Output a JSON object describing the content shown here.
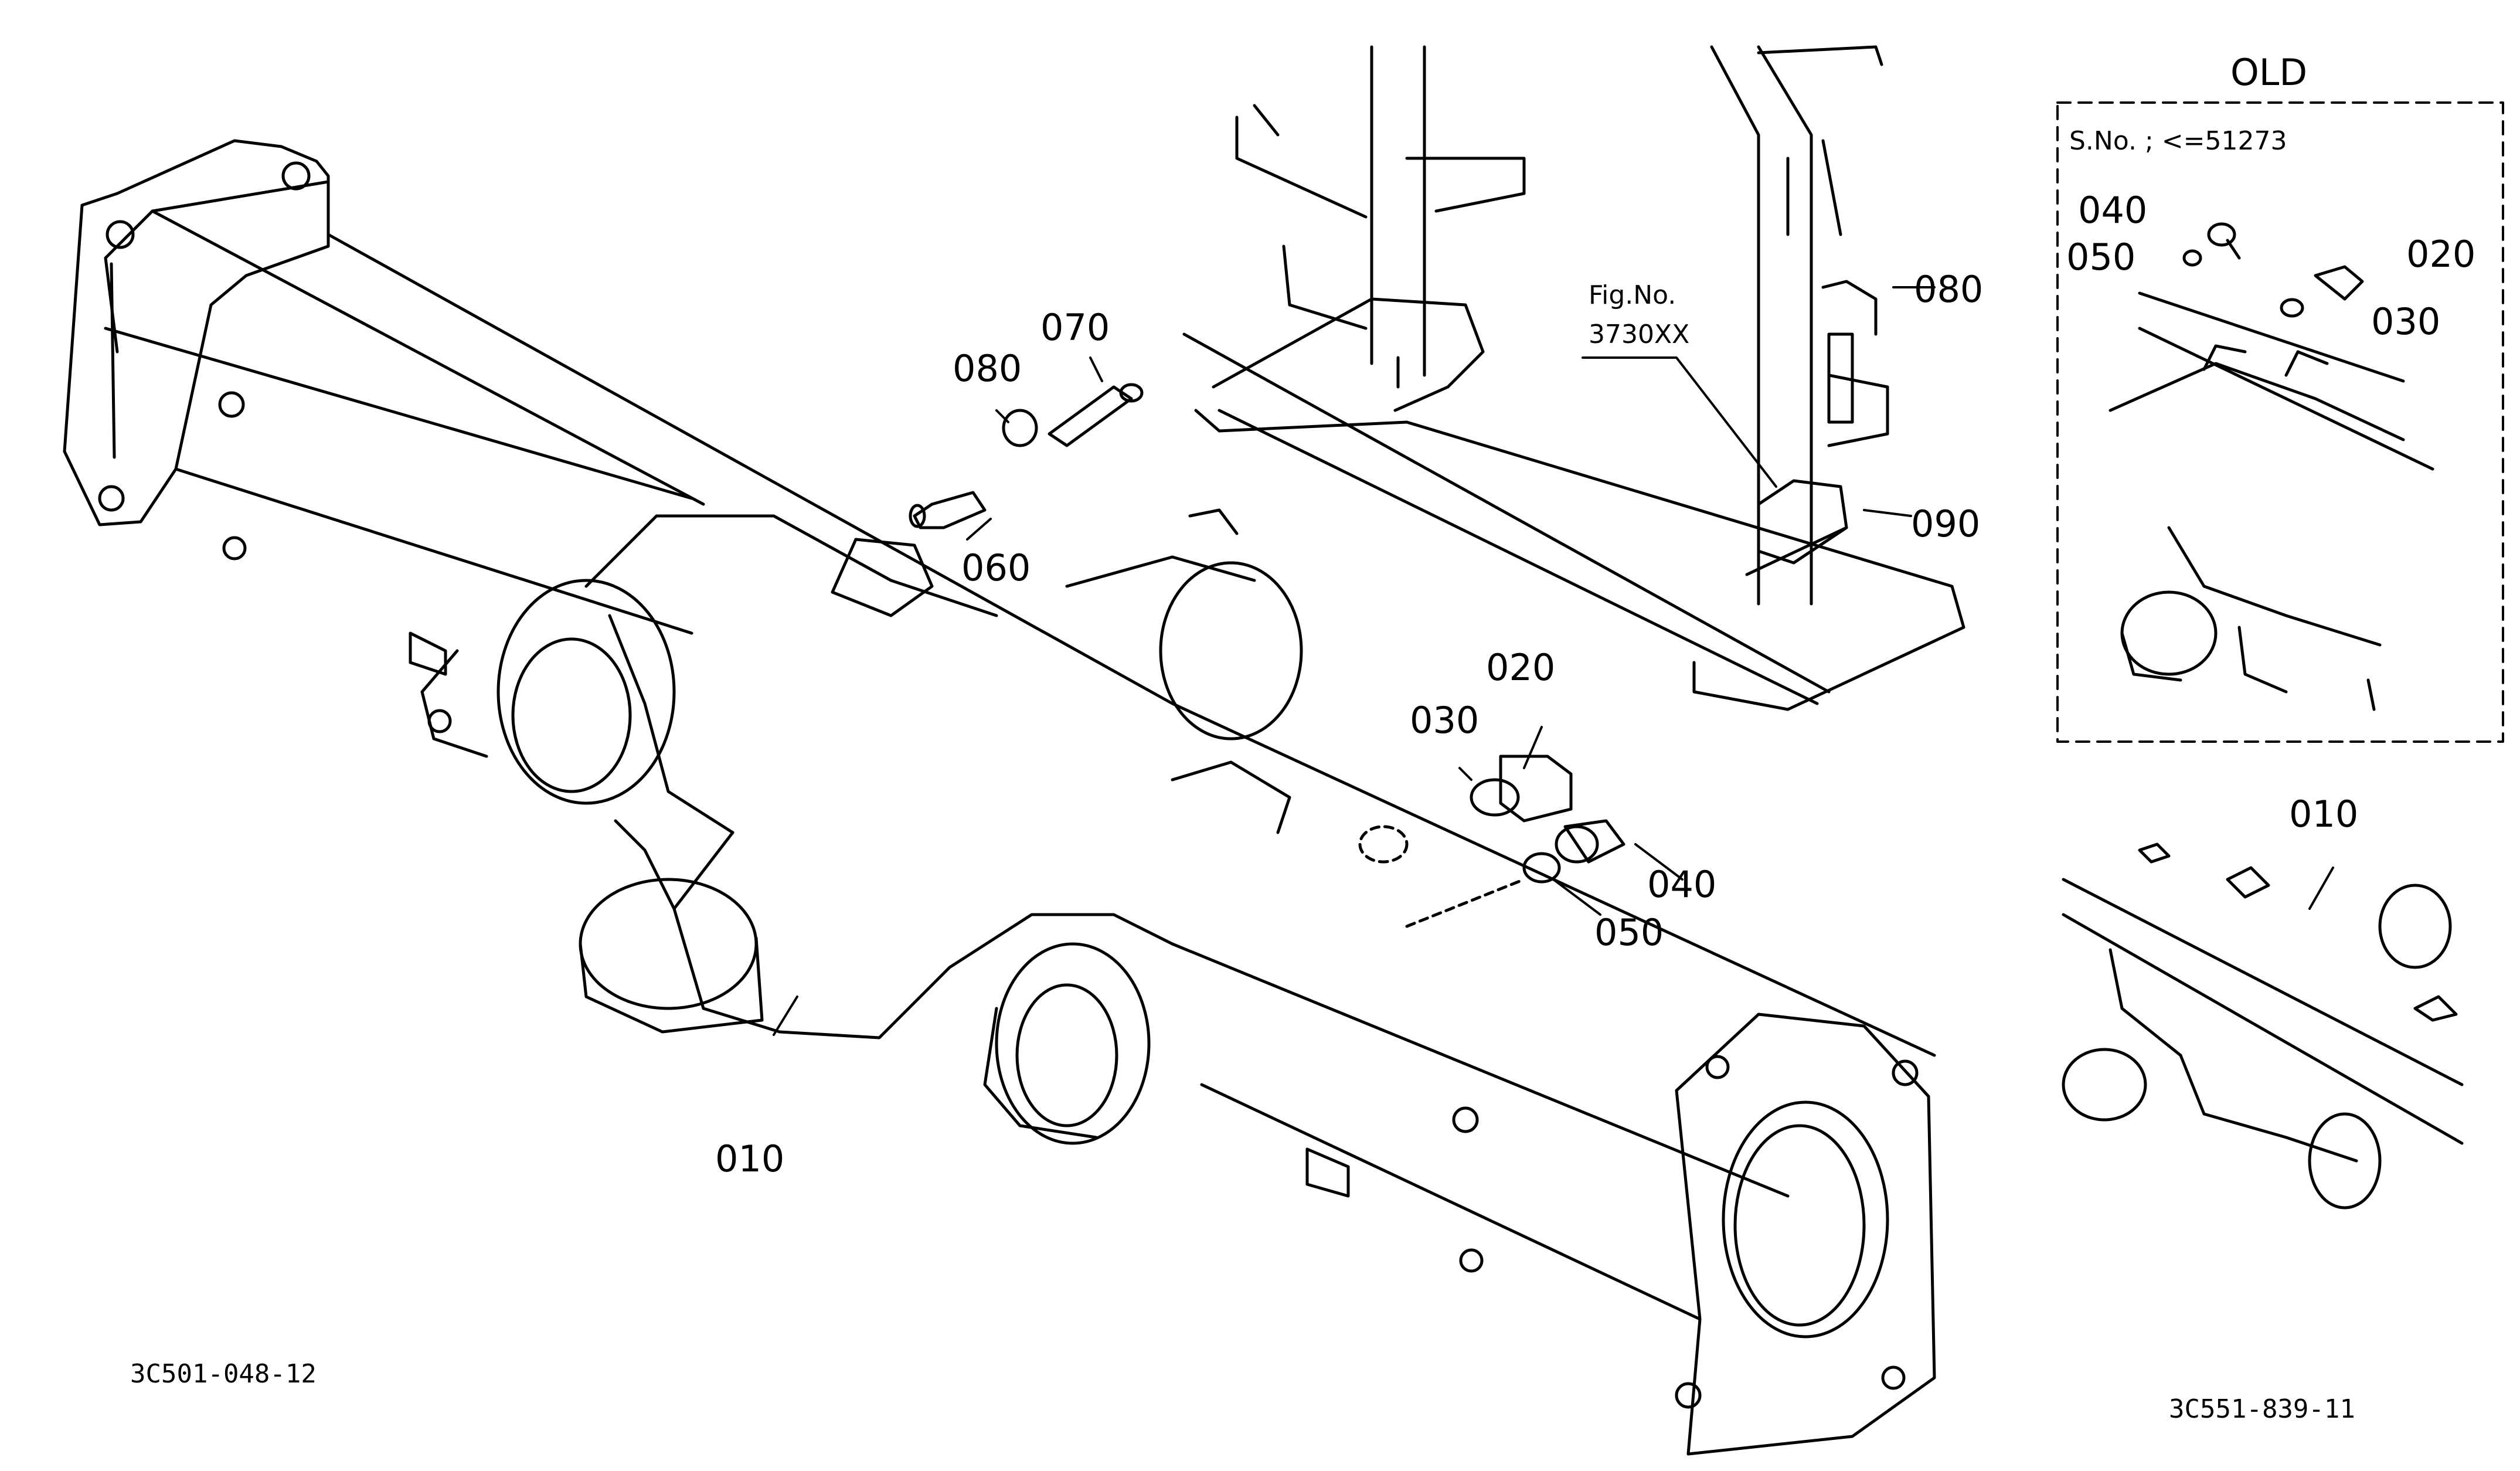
{
  "main_labels": {
    "p010": "010",
    "p020": "020",
    "p030": "030",
    "p040": "040",
    "p050": "050",
    "p060": "060",
    "p070": "070",
    "p080a": "080",
    "p080b": "080",
    "p090": "090"
  },
  "fig_ref": {
    "line1": "Fig.No.",
    "line2": "3730XX"
  },
  "old_inset": {
    "title": "OLD",
    "serial": "S.No. ; <=51273",
    "p040": "040",
    "p050": "050",
    "p020": "020",
    "p030": "030"
  },
  "new_inset": {
    "p010": "010"
  },
  "codes": {
    "left": "3C501-048-12",
    "right": "3C551-839-11"
  },
  "colors": {
    "line": "#000000",
    "background": "#ffffff"
  }
}
